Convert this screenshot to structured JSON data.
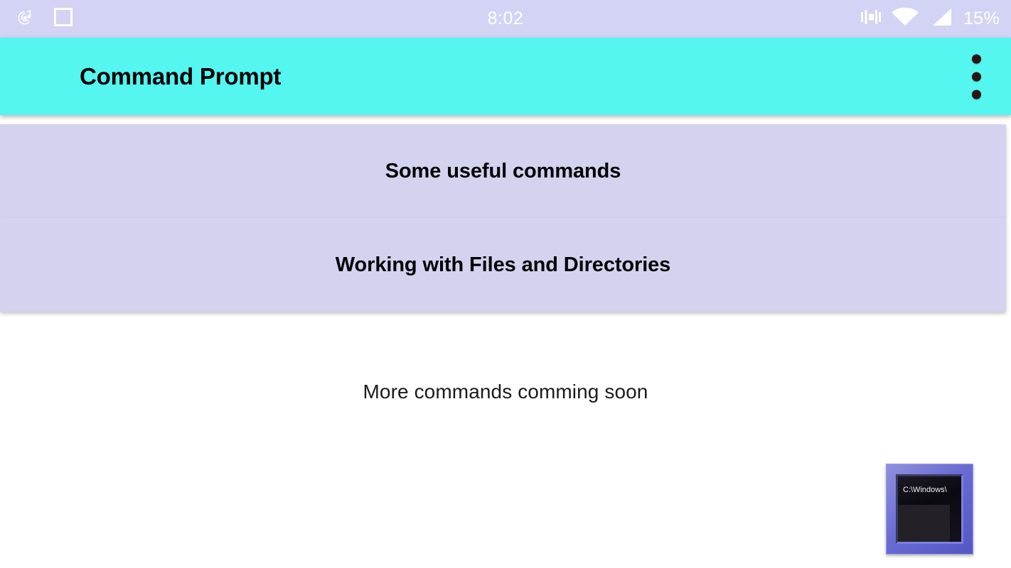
{
  "status_bar": {
    "background": "#d3d3f5",
    "clock": "8:02",
    "battery": "15%",
    "left_icons": [
      {
        "name": "media-music-icon",
        "glyph": "music-note-circles"
      },
      {
        "name": "app-square-icon",
        "glyph": "square-outline"
      }
    ],
    "right_icons": [
      {
        "name": "vibrate-icon",
        "glyph": "vibrate"
      },
      {
        "name": "wifi-icon",
        "glyph": "wifi-triangle"
      },
      {
        "name": "cellular-signal-icon",
        "glyph": "signal-triangle"
      }
    ]
  },
  "app_bar": {
    "title": "Command Prompt",
    "background": "#55f5f0",
    "title_color": "#000000",
    "overflow_menu": {
      "name": "overflow-menu",
      "dot_count": 3,
      "dot_color": "#2a1512"
    }
  },
  "main": {
    "background": "#ffffff",
    "cards": [
      {
        "id": "card-commands",
        "label": "Some useful commands",
        "background": "#d3d3f0",
        "text_color": "#000000"
      },
      {
        "id": "card-files",
        "label": "Working with Files and Directories",
        "background": "#d3d3f0",
        "text_color": "#000000"
      }
    ],
    "note": "More commands comming soon"
  },
  "cmd_icon": {
    "name": "command-prompt-icon",
    "path_text": "C:\\Windows\\",
    "frame_color": "#6a6cd4",
    "screen_color": "#0b0a10",
    "text_color": "#f2f2f2"
  }
}
